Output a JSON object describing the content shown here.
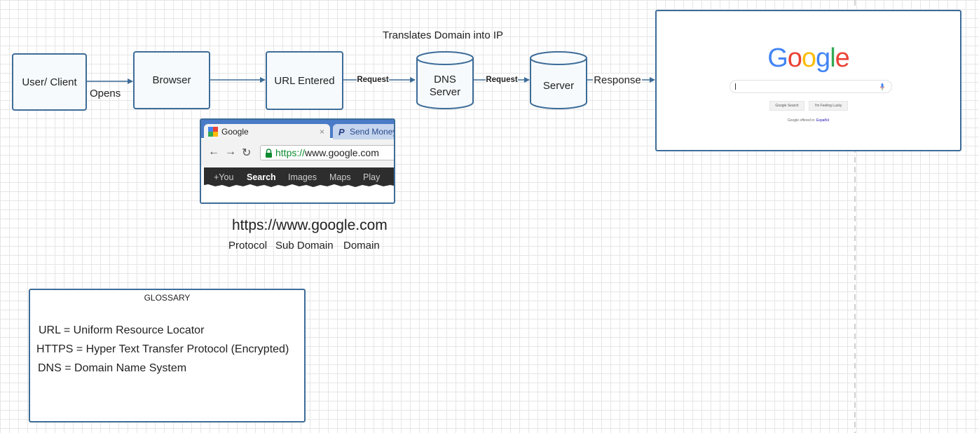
{
  "nodes": {
    "user_client": "User/ Client",
    "browser": "Browser",
    "url_entered": "URL Entered",
    "dns_server": [
      "DNS",
      "Server"
    ],
    "server": "Server"
  },
  "edge_labels": {
    "opens": "Opens",
    "request_1": "Request",
    "request_2": "Request",
    "response": "Response"
  },
  "caption_translate": "Translates Domain into IP",
  "browser_snippet": {
    "tab_active": "Google",
    "tab_close": "×",
    "tab_next": "Send Money",
    "nav_icons": [
      "arrow-back-icon",
      "arrow-forward-icon",
      "reload-icon",
      "lock-icon"
    ],
    "url_scheme": "https://",
    "url_rest": "www.google.com",
    "gbar": [
      "+You",
      "Search",
      "Images",
      "Maps",
      "Play"
    ],
    "gbar_active": "Search"
  },
  "url_breakdown": {
    "url": "https://www.google.com",
    "parts": [
      "Protocol",
      "Sub Domain",
      "Domain"
    ]
  },
  "google_page": {
    "logo_letters": [
      {
        "ch": "G",
        "color": "#4285F4"
      },
      {
        "ch": "o",
        "color": "#EA4335"
      },
      {
        "ch": "o",
        "color": "#FBBC05"
      },
      {
        "ch": "g",
        "color": "#4285F4"
      },
      {
        "ch": "l",
        "color": "#34A853"
      },
      {
        "ch": "e",
        "color": "#EA4335"
      }
    ],
    "search_button": "Google Search",
    "lucky_button": "I'm Feeling Lucky",
    "offered_in": "Google offered in: ",
    "offered_lang": "Español"
  },
  "glossary": {
    "title": "GLOSSARY",
    "entries": [
      "URL = Uniform Resource Locator",
      "HTTPS = Hyper Text Transfer Protocol (Encrypted)",
      "DNS = Domain Name System"
    ]
  },
  "colors": {
    "stroke": "#3d6c98",
    "node_fill": "#f6fafd",
    "grid": "#e6e6e6"
  }
}
